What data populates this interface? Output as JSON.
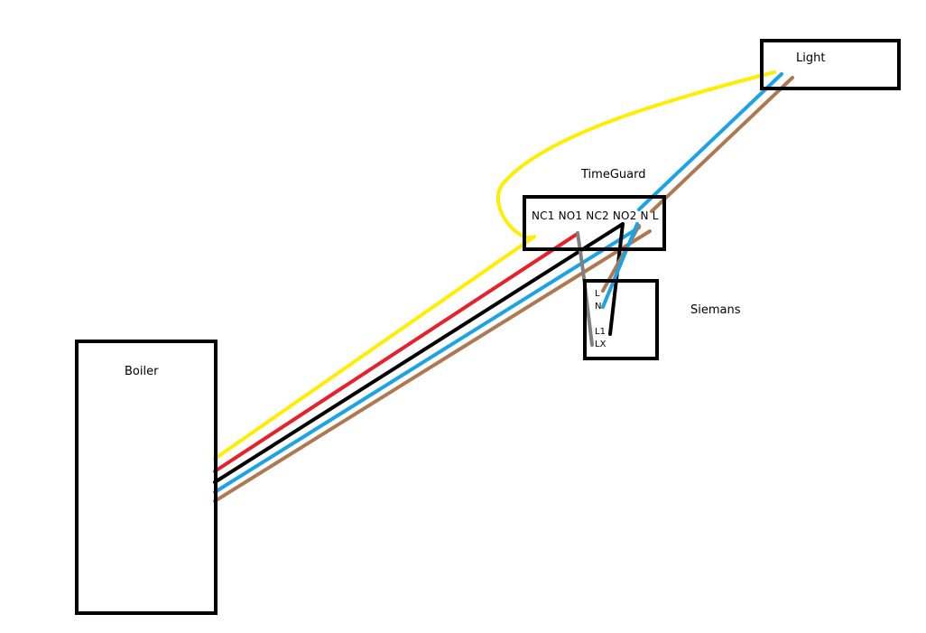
{
  "boxes": {
    "light": {
      "label": "Light"
    },
    "timeguard": {
      "label": "TimeGuard",
      "terminals": "NC1 NO1 NC2 NO2 N L"
    },
    "siemans": {
      "label": "Siemans",
      "terminals": [
        "L",
        "N",
        "L1",
        "LX"
      ]
    },
    "boiler": {
      "label": "Boiler"
    }
  },
  "wire_colors": {
    "yellow": "#ffee00",
    "red": "#e8202a",
    "black": "#000000",
    "blue": "#1aa3e8",
    "brown": "#b07850",
    "grey": "#808080"
  }
}
